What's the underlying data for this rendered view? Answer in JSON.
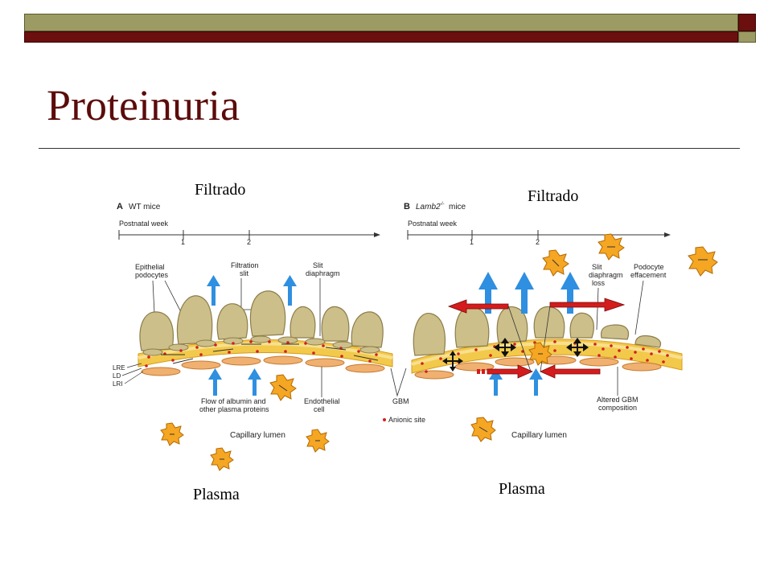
{
  "title": "Proteinuria",
  "labels": {
    "filtrado_left": "Filtrado",
    "filtrado_right": "Filtrado",
    "plasma_left": "Plasma",
    "plasma_right": "Plasma"
  },
  "panel_a": {
    "letter": "A",
    "heading": "WT mice",
    "timeline": "Postnatal week",
    "tick1": "1",
    "tick2": "2",
    "epithelial": [
      "Epithelial",
      "podocytes"
    ],
    "filtration_slit": [
      "Filtration",
      "slit"
    ],
    "slit_diaphragm": [
      "Slit",
      "diaphragm"
    ],
    "lre": "LRE",
    "ld": "LD",
    "lri": "LRI",
    "flow": [
      "Flow of albumin and",
      "other plasma proteins"
    ],
    "endothelial": [
      "Endothelial",
      "cell"
    ],
    "capillary_lumen": "Capillary lumen"
  },
  "panel_b": {
    "letter": "B",
    "heading_italic": "Lamb2",
    "heading_sup": "-/-",
    "heading_rest": " mice",
    "timeline": "Postnatal week",
    "tick1": "1",
    "tick2": "2",
    "slit_loss": [
      "Slit",
      "diaphragm",
      "loss"
    ],
    "podocyte_eff": [
      "Podocyte",
      "effacement"
    ],
    "altered_gbm": [
      "Altered GBM",
      "composition"
    ],
    "capillary_lumen": "Capillary lumen"
  },
  "shared": {
    "gbm": "GBM",
    "anionic_site": "Anionic site"
  },
  "colors": {
    "title": "#5c0b0b",
    "topbar_olive": "#9b9b63",
    "topbar_red": "#6b0f0f",
    "podocyte": "#cdbf8a",
    "gbm_band": "#f2c94a",
    "endothelial": "#f0b070",
    "anionic_dot": "#d21f1f",
    "blue_arrow": "#2f8fe0",
    "red_arrow": "#d41c1c",
    "protein": "#f5a623"
  }
}
